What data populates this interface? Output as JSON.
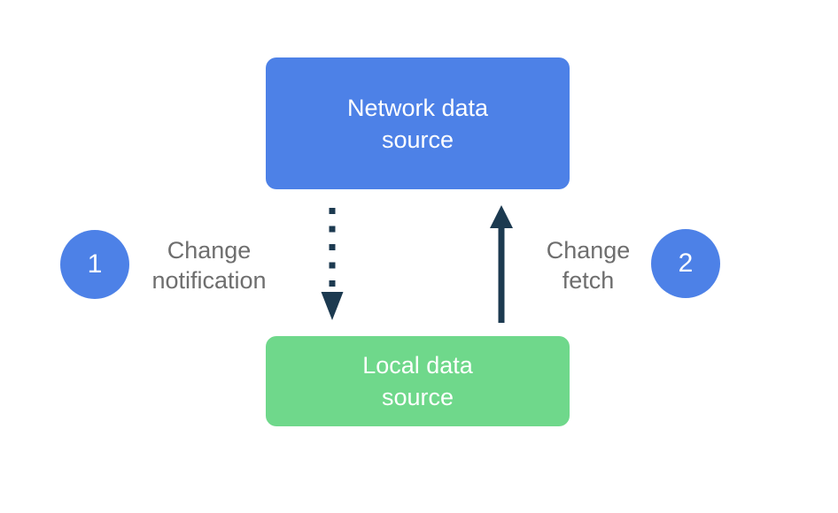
{
  "diagram": {
    "type": "flow-diagram",
    "colors": {
      "background": "#FFFFFF",
      "network_box": "#4D81E7",
      "local_box": "#6FD88B",
      "arrow": "#1C3A50",
      "step_circle": "#4D81E7",
      "label_text": "#6E6E6E",
      "box_text": "#FFFFFF"
    },
    "nodes": {
      "network": {
        "label": "Network data source"
      },
      "local": {
        "label": "Local data source"
      }
    },
    "steps": {
      "one": {
        "number": "1",
        "label": "Change notification",
        "arrow_style": "dotted",
        "arrow_direction": "down"
      },
      "two": {
        "number": "2",
        "label": "Change fetch",
        "arrow_style": "solid",
        "arrow_direction": "up"
      }
    }
  }
}
